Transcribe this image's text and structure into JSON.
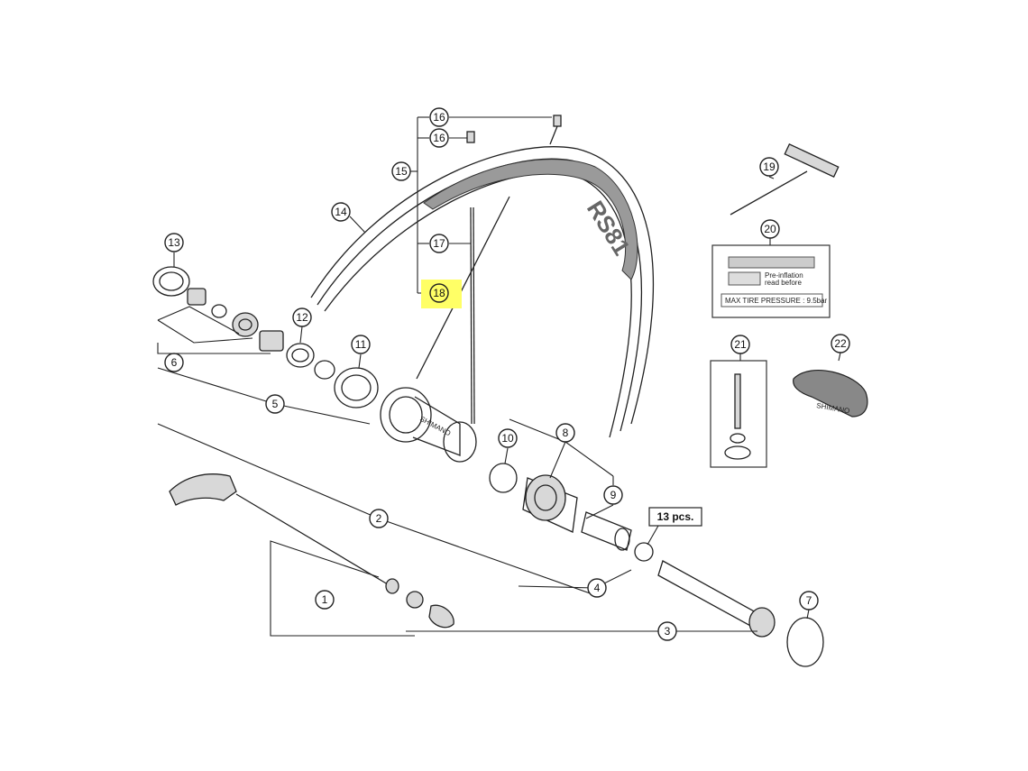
{
  "callouts": [
    {
      "id": "c1",
      "label": "1",
      "highlighted": false
    },
    {
      "id": "c2",
      "label": "2",
      "highlighted": false
    },
    {
      "id": "c3",
      "label": "3",
      "highlighted": false
    },
    {
      "id": "c4",
      "label": "4",
      "highlighted": false
    },
    {
      "id": "c5",
      "label": "5",
      "highlighted": false
    },
    {
      "id": "c6",
      "label": "6",
      "highlighted": false
    },
    {
      "id": "c7",
      "label": "7",
      "highlighted": false
    },
    {
      "id": "c8",
      "label": "8",
      "highlighted": false
    },
    {
      "id": "c9",
      "label": "9",
      "highlighted": false
    },
    {
      "id": "c10",
      "label": "10",
      "highlighted": false
    },
    {
      "id": "c11",
      "label": "11",
      "highlighted": false
    },
    {
      "id": "c12",
      "label": "12",
      "highlighted": false
    },
    {
      "id": "c13",
      "label": "13",
      "highlighted": false
    },
    {
      "id": "c14",
      "label": "14",
      "highlighted": false
    },
    {
      "id": "c15",
      "label": "15",
      "highlighted": false
    },
    {
      "id": "c16a",
      "label": "16",
      "highlighted": false
    },
    {
      "id": "c16b",
      "label": "16",
      "highlighted": false
    },
    {
      "id": "c17",
      "label": "17",
      "highlighted": false
    },
    {
      "id": "c18",
      "label": "18",
      "highlighted": true
    },
    {
      "id": "c19",
      "label": "19",
      "highlighted": false
    },
    {
      "id": "c20",
      "label": "20",
      "highlighted": false
    },
    {
      "id": "c21",
      "label": "21",
      "highlighted": false
    },
    {
      "id": "c22",
      "label": "22",
      "highlighted": false
    }
  ],
  "quantity_label": "13 pcs.",
  "rim_decal": "RS81",
  "hub_brand": "SHIMANO",
  "rim_tape_brand": "SHIMANO",
  "label_card": {
    "pressure_text": "MAX TIRE PRESSURE : 9.5bar",
    "warning_line_1": "Pre-inflation",
    "warning_line_2": "read before"
  },
  "colors": {
    "highlight": "#ffff66",
    "line": "#222222"
  }
}
